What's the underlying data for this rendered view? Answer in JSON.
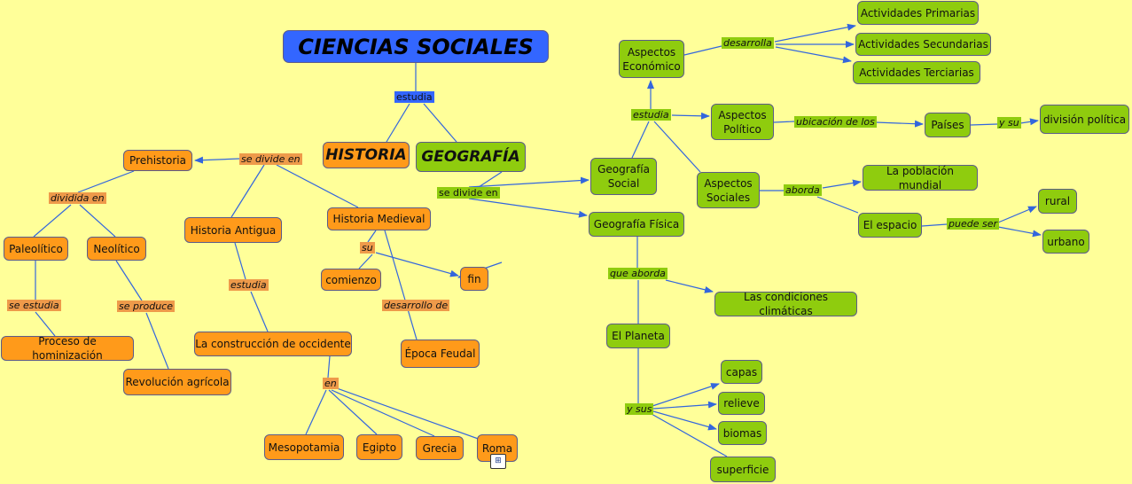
{
  "nodes": {
    "title": "CIENCIAS SOCIALES",
    "historia": "HISTORIA",
    "geografia": "GEOGRAFÍA",
    "prehistoria": "Prehistoria",
    "paleolitico": "Paleolítico",
    "neolitico": "Neolítico",
    "hominizacion": "Proceso de hominización",
    "revolucion": "Revolución agrícola",
    "antigua": "Historia Antigua",
    "medieval": "Historia Medieval",
    "comienzo": "comienzo",
    "fin": "fin",
    "feudal": "Época Feudal",
    "construccion": "La construcción de occidente",
    "mesopotamia": "Mesopotamia",
    "egipto": "Egipto",
    "grecia": "Grecia",
    "roma": "Roma",
    "geo_social": "Geografía\nSocial",
    "geo_fisica": "Geografía Física",
    "economico": "Aspectos\nEconómico",
    "politico": "Aspectos\nPolítico",
    "sociales": "Aspectos\nSociales",
    "primarias": "Actividades Primarias",
    "secundarias": "Actividades Secundarias",
    "terciarias": "Actividades Terciarias",
    "paises": "Países",
    "division": "división política",
    "poblacion": "La población mundial",
    "espacio": "El espacio",
    "rural": "rural",
    "urbano": "urbano",
    "climaticas": "Las condiciones climáticas",
    "planeta": "El Planeta",
    "capas": "capas",
    "relieve": "relieve",
    "biomas": "biomas",
    "superficie": "superficie"
  },
  "links": {
    "estudia_top": "estudia",
    "se_divide_hist": "se divide en",
    "dividida_en": "dividida en",
    "se_estudia": "se estudia",
    "se_produce": "se produce",
    "estudia_antigua": "estudia",
    "su": "su",
    "desarrollo_de": "desarrollo de",
    "en": "en",
    "se_divide_geo": "se divide en",
    "estudia_geo": "estudia",
    "desarrolla": "desarrolla",
    "ubicacion": "ubicación de los",
    "y_su": "y su",
    "aborda": "aborda",
    "puede_ser": "puede ser",
    "que_aborda": "que aborda",
    "y_sus": "y sus"
  },
  "colors": {
    "background": "#ffff99",
    "history_nodes": "#ff9a1a",
    "geography_nodes": "#8fcc0e",
    "title_node": "#3366ff",
    "connector": "#3366dd"
  },
  "icons": {
    "roma_attachment": "concept-map-icon"
  }
}
